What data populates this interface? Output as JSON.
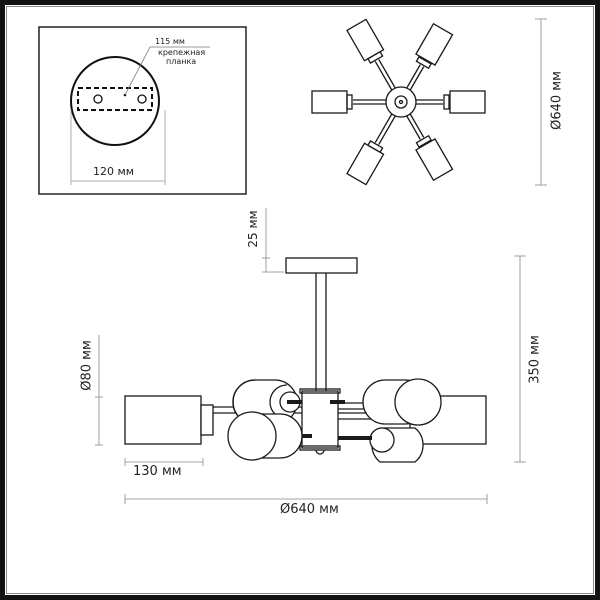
{
  "mount_inset": {
    "bracket_size": "115 мм",
    "bracket_label_line1": "крепежная",
    "bracket_label_line2": "планка",
    "plate_width": "120 мм"
  },
  "top_view": {
    "diameter": "Ø640 мм",
    "arm_count": 6
  },
  "side_view": {
    "canopy_height": "25 мм",
    "total_height": "350 мм",
    "shade_diameter": "Ø80 мм",
    "shade_length": "130 мм",
    "overall_diameter": "Ø640 мм"
  },
  "colors": {
    "line": "#1a1a1a",
    "dimension_line": "#888888",
    "frame": "#111111"
  }
}
